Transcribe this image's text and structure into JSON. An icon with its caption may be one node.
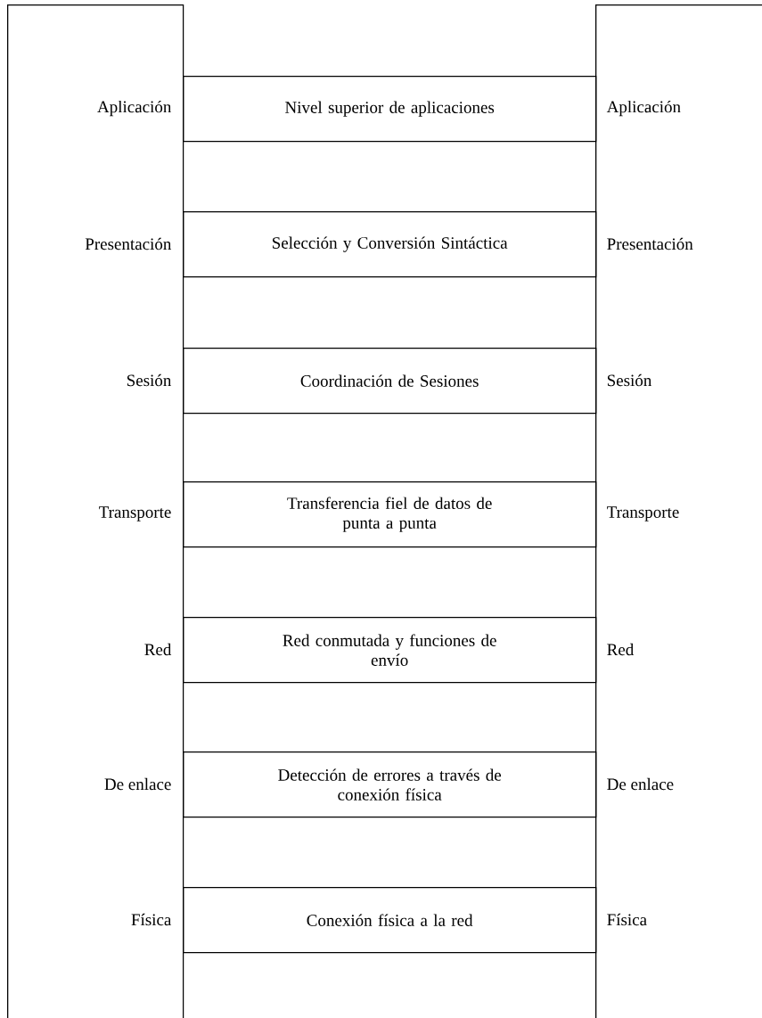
{
  "diagram": {
    "nodes": [
      {
        "text": [
          "Aplicación",
          "Presentación",
          "Sesión",
          "Transporte",
          "Red",
          "De enlace",
          "Física"
        ]
      },
      {
        "text": [
          "Aplicación",
          "Presentación",
          "Sesión",
          "Transporte",
          "Red",
          "De enlace",
          "Física"
        ]
      },
      {
        "text": [
          "Nivel superior de aplicaciones"
        ]
      },
      {
        "text": [
          "Selección y Conversión Sintáctica"
        ]
      },
      {
        "text": [
          "Coordinación de Sesiones"
        ]
      },
      {
        "text": [
          "Transferencia fiel de datos de punta a punta"
        ]
      },
      {
        "text": [
          "Red conmutada y funciones de envío"
        ]
      },
      {
        "text": [
          "Detección de errores a través de conexión física"
        ]
      },
      {
        "text": [
          "Conexión física a la red"
        ]
      }
    ]
  }
}
